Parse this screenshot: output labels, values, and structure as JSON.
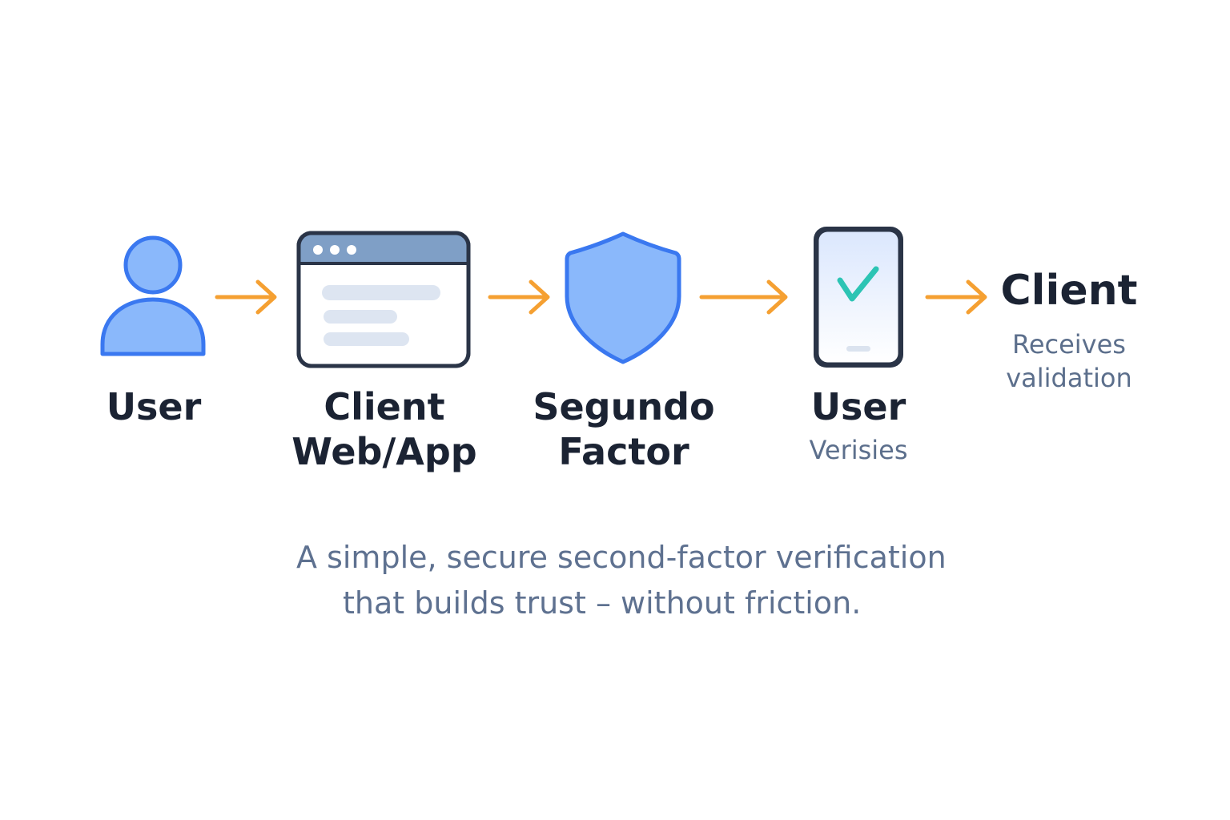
{
  "colors": {
    "accent_blue": "#3a78f0",
    "fill_blue": "#8ab8fb",
    "arrow_orange": "#f5a032",
    "check_teal": "#2cc4b4",
    "text_dark": "#1b2333",
    "text_muted": "#5e7190"
  },
  "steps": [
    {
      "icon": "user-icon",
      "label_line1": "User",
      "label_line2": "",
      "sub": ""
    },
    {
      "icon": "browser-window-icon",
      "label_line1": "Client",
      "label_line2": "Web/App",
      "sub": ""
    },
    {
      "icon": "shield-icon",
      "label_line1": "Segundo",
      "label_line2": "Factor",
      "sub": ""
    },
    {
      "icon": "phone-check-icon",
      "label_line1": "User",
      "label_line2": "",
      "sub": "Verisies"
    },
    {
      "icon": "",
      "label_line1": "Client",
      "label_line2": "",
      "sub_line1": "Receives",
      "sub_line2": "validation"
    }
  ],
  "arrows": [
    "arrow-right-icon",
    "arrow-right-icon",
    "arrow-right-icon",
    "arrow-right-icon"
  ],
  "tagline": {
    "line1": "A simple, secure second-factor verification",
    "line2": "that builds trust – without friction."
  }
}
